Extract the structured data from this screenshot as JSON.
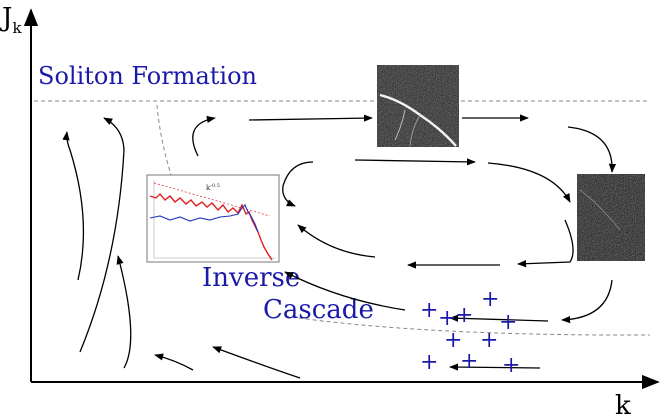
{
  "axes": {
    "y_label": "J",
    "y_subscript": "k",
    "x_label": "k"
  },
  "labels": {
    "soliton_formation": "Soliton Formation",
    "inverse": "Inverse",
    "cascade": "Cascade"
  },
  "inset_spectrum": {
    "annotation": "k",
    "annotation_exponent": "-0.5"
  },
  "markers": {
    "symbol": "+",
    "count": 10
  },
  "colors": {
    "text_blue": "#1a1aa8",
    "axis": "#000000",
    "dashed": "#888888",
    "spectrum_red": "#e02020",
    "spectrum_blue": "#2233bb"
  }
}
